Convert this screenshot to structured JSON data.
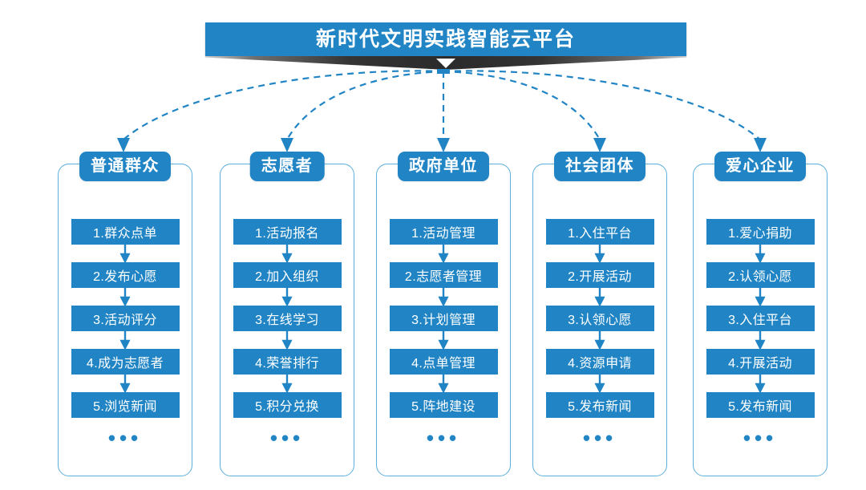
{
  "banner": {
    "title": "新时代文明实践智能云平台",
    "accent_color": "#2185c5",
    "ribbon_color": "#2d2d2d"
  },
  "colors": {
    "primary_blue": "#2185c5",
    "outline_blue": "#5bafdc",
    "text_white": "#ffffff",
    "background": "#ffffff"
  },
  "ellipsis_label": "•••",
  "columns": [
    {
      "id": "ordinary-public",
      "header": "普通群众",
      "steps": [
        "1.群众点单",
        "2.发布心愿",
        "3.活动评分",
        "4.成为志愿者",
        "5.浏览新闻"
      ],
      "more": "•••"
    },
    {
      "id": "volunteer",
      "header": "志愿者",
      "steps": [
        "1.活动报名",
        "2.加入组织",
        "3.在线学习",
        "4.荣誉排行",
        "5.积分兑换"
      ],
      "more": "•••"
    },
    {
      "id": "government-unit",
      "header": "政府单位",
      "steps": [
        "1.活动管理",
        "2.志愿者管理",
        "3.计划管理",
        "4.点单管理",
        "5.阵地建设"
      ],
      "more": "•••"
    },
    {
      "id": "social-group",
      "header": "社会团体",
      "steps": [
        "1.入住平台",
        "2.开展活动",
        "3.认领心愿",
        "4.资源申请",
        "5.发布新闻"
      ],
      "more": "•••"
    },
    {
      "id": "caring-enterprise",
      "header": "爱心企业",
      "steps": [
        "1.爱心捐助",
        "2.认领心愿",
        "3.入住平台",
        "4.开展活动",
        "5.发布新闻"
      ],
      "more": "•••"
    }
  ]
}
